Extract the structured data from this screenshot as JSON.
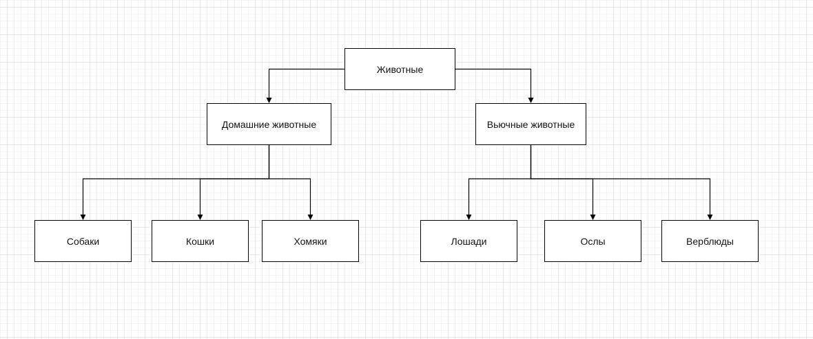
{
  "diagram": {
    "nodes": {
      "animals": "Животные",
      "domestic": "Домашние животные",
      "pack": "Вьючные животные",
      "dogs": "Собаки",
      "cats": "Кошки",
      "hamsters": "Хомяки",
      "horses": "Лошади",
      "donkeys": "Ослы",
      "camels": "Верблюды"
    },
    "edges": [
      [
        "animals",
        "domestic"
      ],
      [
        "animals",
        "pack"
      ],
      [
        "domestic",
        "dogs"
      ],
      [
        "domestic",
        "cats"
      ],
      [
        "domestic",
        "hamsters"
      ],
      [
        "pack",
        "horses"
      ],
      [
        "pack",
        "donkeys"
      ],
      [
        "pack",
        "camels"
      ]
    ],
    "colors": {
      "line": "#000000",
      "node_border": "#000000",
      "node_fill": "#ffffff",
      "grid": "#e6e6e6"
    }
  }
}
